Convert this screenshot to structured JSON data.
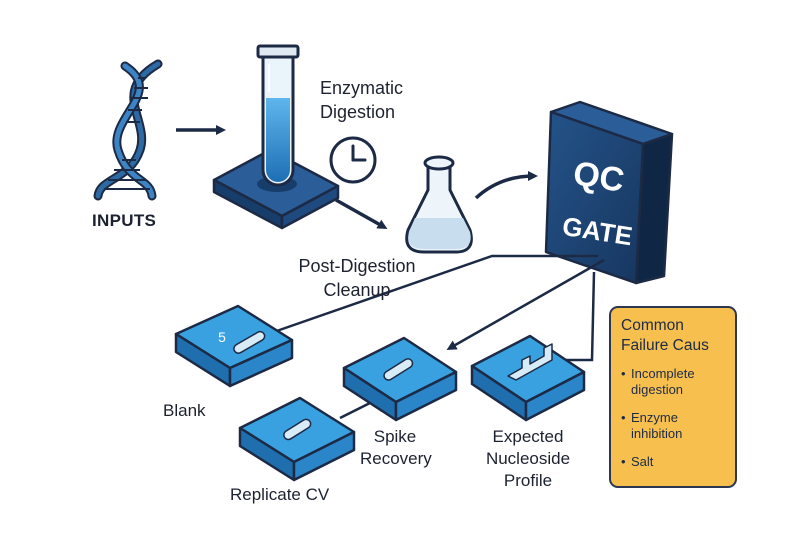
{
  "labels": {
    "inputs": "INPUTS",
    "enzymatic_digestion": "Enzymatic\nDigestion",
    "post_digestion_cleanup": "Post-Digestion\nCleanup",
    "qc_gate": [
      "QC",
      "GATE"
    ],
    "blank": "Blank",
    "replicate_cv": "Replicate CV",
    "spike_recovery": "Spike\nRecovery",
    "expected_nucleoside_profile": "Expected\nNucleoside\nProfile",
    "blank_tile_number": "5"
  },
  "failure_box": {
    "title": "Common\nFailure Caus",
    "items": [
      "Incomplete\ndigestion",
      "Enzyme\ninhibition",
      "Salt"
    ]
  },
  "colors": {
    "navy": "#1f3f6e",
    "dark_navy": "#153056",
    "tile_blue": "#2a86c9",
    "tile_top": "#39a1e0",
    "liquid_blue": "#2c8fd4",
    "dna_blue": "#2d6aa3",
    "failure_bg": "#f7c04e",
    "outline": "#1d2a45"
  },
  "icons": [
    "dna-icon",
    "test-tube-icon",
    "clock-icon",
    "flask-icon",
    "qc-gate-block"
  ]
}
